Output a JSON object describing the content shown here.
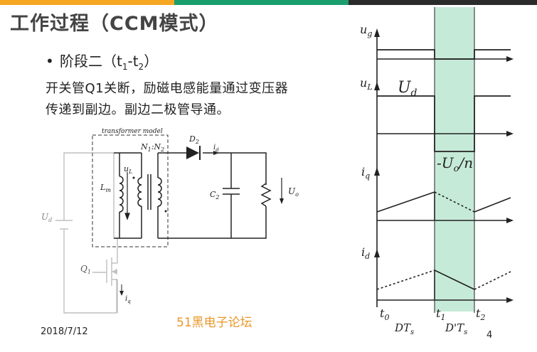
{
  "slide": {
    "title": "工作过程（CCM模式）",
    "bullet": "阶段二（t",
    "bullet_sub1": "1",
    "bullet_mid": "-t",
    "bullet_sub2": "2",
    "bullet_end": "）",
    "desc_line1": "开关管Q1关断，励磁电感能量通过变压器",
    "desc_line2": "传递到副边。副边二极管导通。",
    "date": "2018/7/12",
    "page_number": "4",
    "watermark": "51黑电子论坛",
    "colors": {
      "bar_orange": "#f5a623",
      "bar_green": "#1a9e6e",
      "bar_dark": "#2b2b2b",
      "highlight": "#c6ead8"
    }
  },
  "circuit": {
    "transformer_label": "transformer model",
    "ratio_N": "N",
    "ratio_sub1": "1",
    "ratio_colon": ":N",
    "ratio_sub2": "2",
    "diode_D": "D",
    "diode_sub": "2",
    "id_i": "i",
    "id_sub": "d",
    "uL_u": "u",
    "uL_sub": "L",
    "Lm_L": "L",
    "Lm_sub": "m",
    "C2_C": "C",
    "C2_sub": "2",
    "Uo_U": "U",
    "Uo_sub": "o",
    "Ud_U": "U",
    "Ud_sub": "d",
    "Q1_Q": "Q",
    "Q1_sub": "1",
    "iq_i": "i",
    "iq_sub": "q"
  },
  "waveforms": {
    "ug_u": "u",
    "ug_sub": "g",
    "uL_u": "u",
    "uL_sub": "L",
    "Ud_U": "U",
    "Ud_sub": "d",
    "neg_label": "-U",
    "neg_sub": "o",
    "neg_tail": "/n",
    "iq_i": "i",
    "iq_sub": "q",
    "id_i": "i",
    "id_sub": "d",
    "t0_t": "t",
    "t0_sub": "0",
    "t1_t": "t",
    "t1_sub": "1",
    "t2_t": "t",
    "t2_sub": "2",
    "DTs": "DT",
    "DTs_sub": "s",
    "DpTs": "D'T",
    "DpTs_sub": "s"
  }
}
